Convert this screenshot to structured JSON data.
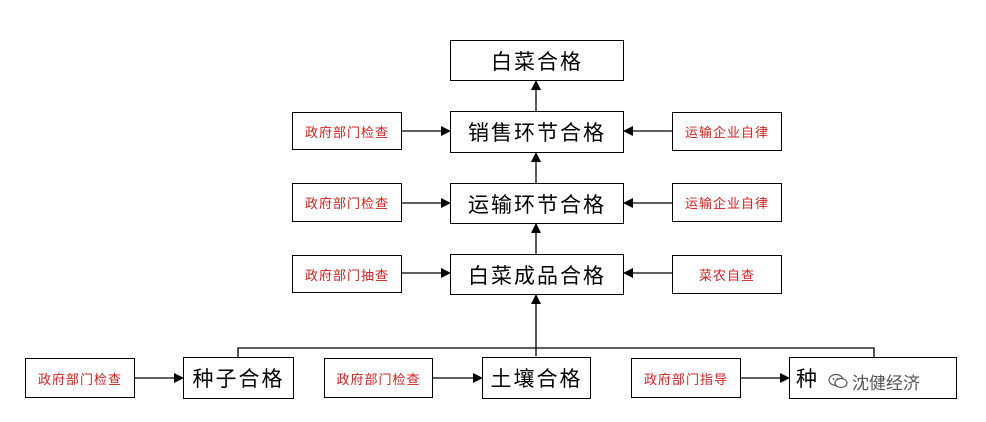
{
  "boxes": {
    "top": "白菜合格",
    "sales": "销售环节合格",
    "transport": "运输环节合格",
    "product": "白菜成品合格",
    "seed": "种子合格",
    "soil": "土壤合格",
    "planting_partial": "种"
  },
  "side_boxes": {
    "gov_check_sales": "政府部门检查",
    "gov_check_transport": "政府部门检查",
    "gov_sample": "政府部门抽查",
    "gov_check_seed": "政府部门检查",
    "gov_check_soil": "政府部门检查",
    "gov_guide": "政府部门指导",
    "self_discipline_sales": "运输企业自律",
    "self_discipline_transport": "运输企业自律",
    "farmer_self_check": "菜农自查"
  },
  "watermark": {
    "text": "沈健经济",
    "icon": "wechat-icon"
  },
  "colors": {
    "main_text": "#000000",
    "side_text": "#d42020",
    "border": "#000000"
  }
}
